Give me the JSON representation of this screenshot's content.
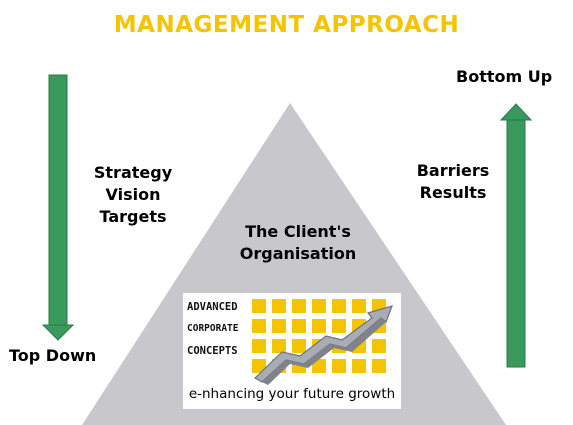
{
  "title": "MANAGEMENT APPROACH",
  "left": {
    "items": [
      "Strategy",
      "Vision",
      "Targets"
    ],
    "arrow_label": "Top Down"
  },
  "right": {
    "items": [
      "Barriers",
      "Results"
    ],
    "arrow_label": "Bottom Up"
  },
  "center": {
    "line1": "The Client's",
    "line2": "Organisation"
  },
  "logo": {
    "word1": "ADVANCED",
    "word2": "CORPORATE",
    "word3": "CONCEPTS",
    "tagline": "e-nhancing your future growth"
  },
  "colors": {
    "title": "#f5c400",
    "arrow": "#3a9a5e",
    "pyramid": "#c8c8cc",
    "logo_yellow": "#f5c400"
  }
}
